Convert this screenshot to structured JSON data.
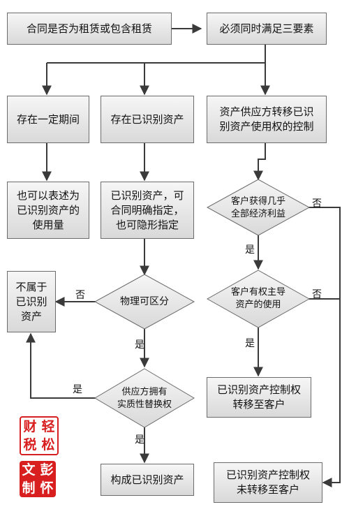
{
  "nodes": {
    "contract_question": "合同是否为租赁或包含租赁",
    "three_elements": "必须同时满足三要素",
    "period": "存在一定期间",
    "identified_asset": "存在已识别资产",
    "control_transfer": "资产供应方转移已识\n别资产使用权的控制",
    "usage_amount": "也可以表述为\n已识别资产的\n使用量",
    "explicit_implicit": "已识别资产，可\n合同明确指定，\n也可隐形指定",
    "not_identified": "不属于\n已识别\n资产",
    "constitutes_asset": "构成已识别资产",
    "control_to_customer": "已识别资产控制权\n转移至客户",
    "control_not_to_customer": "已识别资产控制权\n未转移至客户"
  },
  "decisions": {
    "physically_distinct": "物理可区分",
    "substitution_right": "供应方拥有\n实质性替换权",
    "economic_benefits": "客户获得几乎\n全部经济利益",
    "direct_use": "客户有权主导\n资产的使用"
  },
  "edge_labels": {
    "no_physical": "否",
    "yes_physical": "是",
    "yes_substitution": "是",
    "yes_substitution_down": "是",
    "no_economic": "否",
    "yes_economic": "是",
    "no_direct": "否",
    "yes_direct": "是"
  },
  "stamps": {
    "stamp1": [
      "财",
      "轻",
      "税",
      "松"
    ],
    "stamp2": [
      "文",
      "彭",
      "制",
      "怀"
    ]
  },
  "colors": {
    "stroke": "#3a3a3a",
    "stamp": "#d81e1e"
  }
}
